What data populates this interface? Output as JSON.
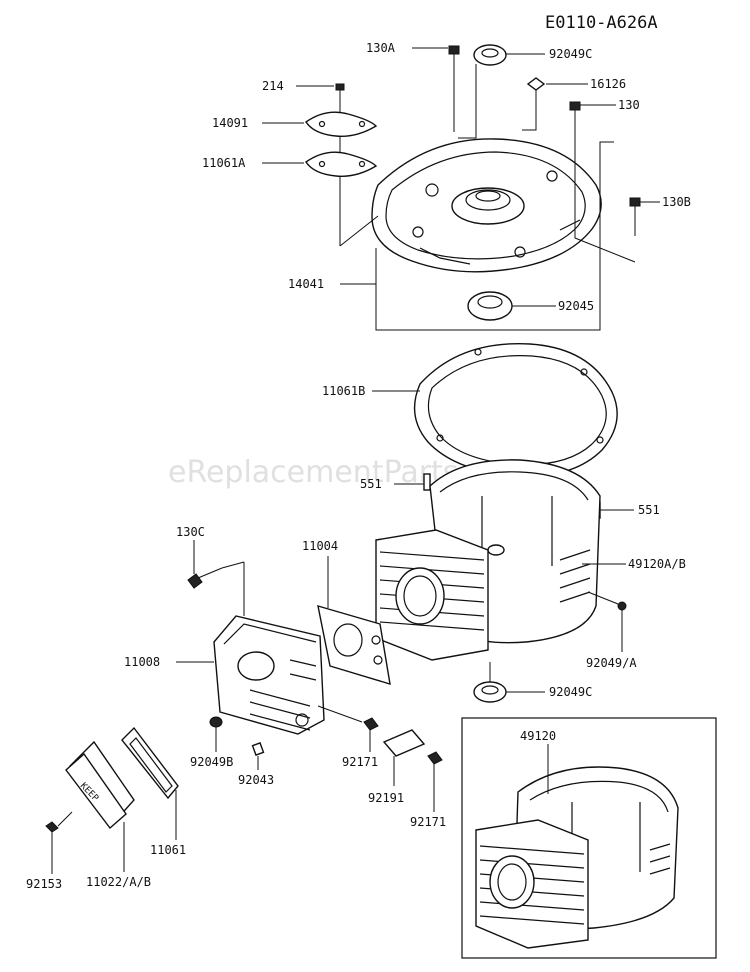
{
  "diagram_code": "E0110-A626A",
  "watermark": "eReplacementParts.com",
  "labels": {
    "p130A": "130A",
    "p92049C_top": "92049C",
    "p214": "214",
    "p16126": "16126",
    "p130": "130",
    "p14091": "14091",
    "p11061A": "11061A",
    "p130B": "130B",
    "p14041": "14041",
    "p92045": "92045",
    "p11061B": "11061B",
    "p551_left": "551",
    "p551_right": "551",
    "p130C": "130C",
    "p11004": "11004",
    "p49120AB": "49120A/B",
    "p11008": "11008",
    "p92049A": "92049/A",
    "p92049C_mid": "92049C",
    "p49120": "49120",
    "p92049B": "92049B",
    "p92043": "92043",
    "p92171_left": "92171",
    "p92191": "92191",
    "p92171_right": "92171",
    "p11061": "11061",
    "p92153": "92153",
    "p11022AB": "11022/A/B"
  },
  "cover_text": "KEEP"
}
